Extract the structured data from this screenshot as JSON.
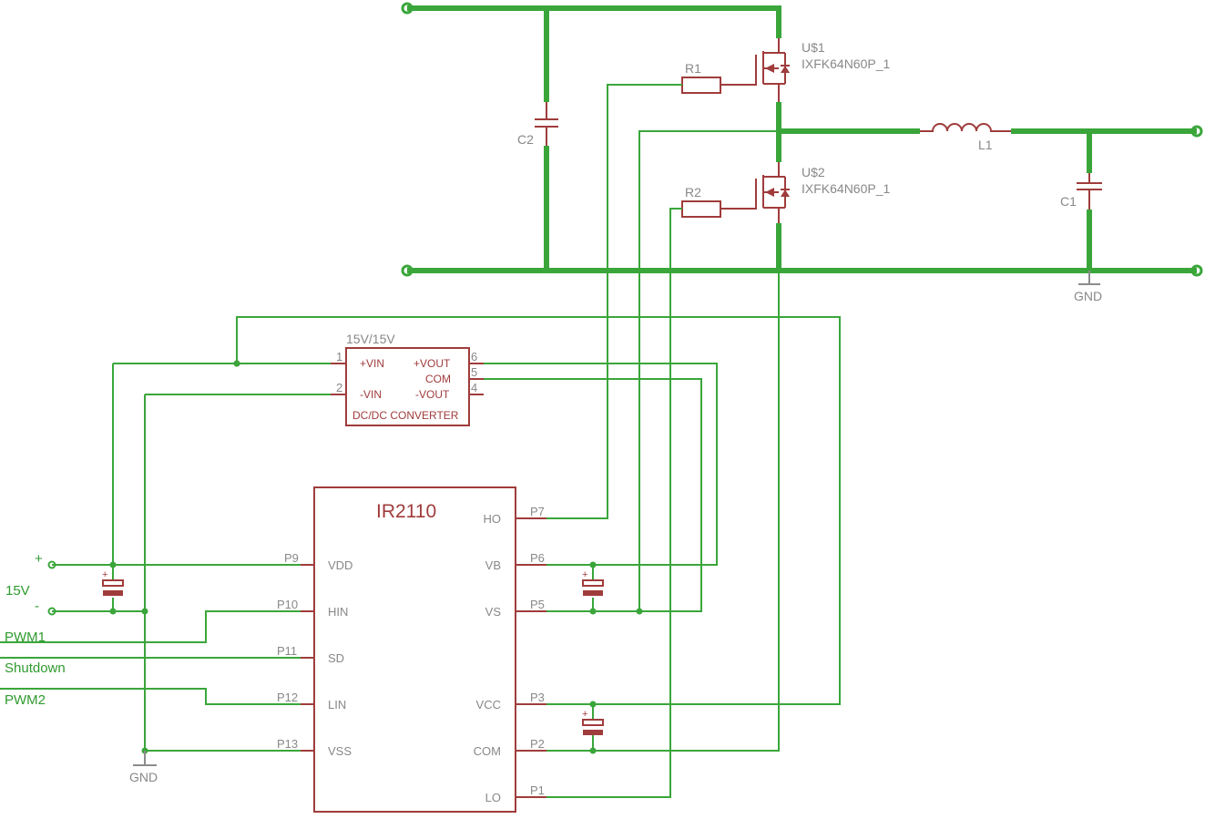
{
  "components": {
    "u1": {
      "ref": "U$1",
      "value": "IXFK64N60P_1"
    },
    "u2": {
      "ref": "U$2",
      "value": "IXFK64N60P_1"
    },
    "r1": "R1",
    "r2": "R2",
    "c1": "C1",
    "c2": "C2",
    "l1": "L1",
    "gnd_top": "GND",
    "gnd_bottom": "GND"
  },
  "dcdc": {
    "title": "15V/15V",
    "label": "DC/DC CONVERTER",
    "pins": [
      {
        "num": "1",
        "name": "+VIN"
      },
      {
        "num": "2",
        "name": "-VIN"
      },
      {
        "num": "6",
        "name": "+VOUT"
      },
      {
        "num": "5",
        "name": "COM"
      },
      {
        "num": "4",
        "name": "-VOUT"
      }
    ]
  },
  "ic": {
    "title": "IR2110",
    "left_pins": [
      {
        "num": "P9",
        "name": "VDD"
      },
      {
        "num": "P10",
        "name": "HIN"
      },
      {
        "num": "P11",
        "name": "SD"
      },
      {
        "num": "P12",
        "name": "LIN"
      },
      {
        "num": "P13",
        "name": "VSS"
      }
    ],
    "right_pins": [
      {
        "num": "P7",
        "name": "HO"
      },
      {
        "num": "P6",
        "name": "VB"
      },
      {
        "num": "P5",
        "name": "VS"
      },
      {
        "num": "P3",
        "name": "VCC"
      },
      {
        "num": "P2",
        "name": "COM"
      },
      {
        "num": "P1",
        "name": "LO"
      }
    ]
  },
  "supply": {
    "plus": "+",
    "minus": "-",
    "voltage": "15V"
  },
  "inputs": {
    "pwm1": "PWM1",
    "shutdown": "Shutdown",
    "pwm2": "PWM2"
  },
  "cap_polarity": "+",
  "colors": {
    "wire": "#3aa63a",
    "part": "#a03c3c",
    "label": "#888888"
  }
}
